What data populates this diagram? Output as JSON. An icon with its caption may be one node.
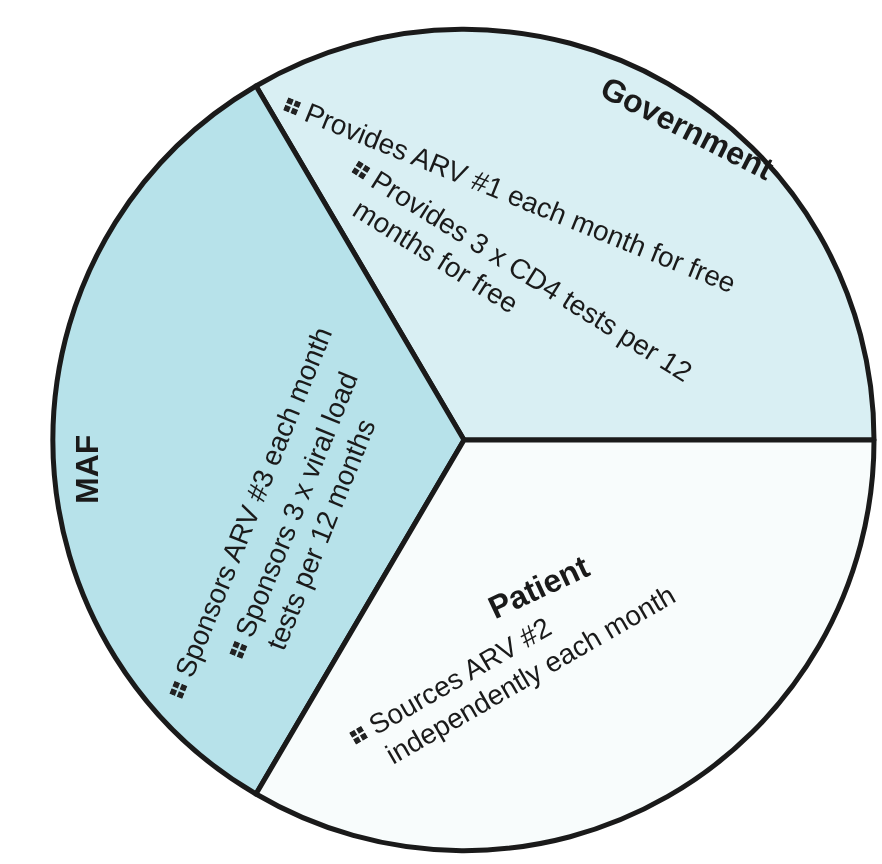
{
  "diagram": {
    "nodes": [
      {
        "text": [
          "Government",
          "Provides ARV #1 each month for free",
          "Provides 3 x CD4 tests per 12 months for free"
        ]
      },
      {
        "text": [
          "MAF",
          "Sponsors ARV #3 each month",
          "Sponsors 3 x viral load tests per 12 months"
        ]
      },
      {
        "text": [
          "Patient",
          "Sources ARV #2 independently each month"
        ]
      }
    ]
  }
}
